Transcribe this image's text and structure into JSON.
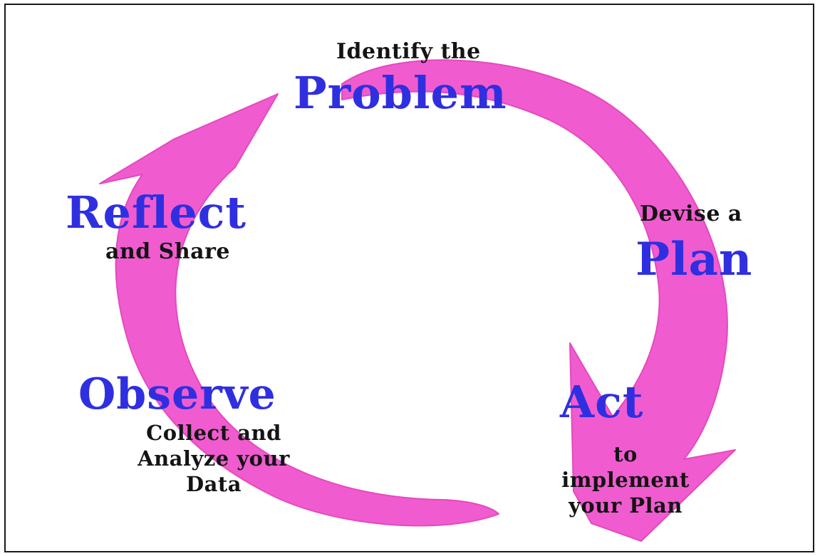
{
  "colors": {
    "arrow": "#f05ccf",
    "arrow_edge": "#e449c0",
    "heading": "#2f2fe0",
    "text": "#141414",
    "border": "#1a1a1a"
  },
  "steps": {
    "problem": {
      "pre": "Identify the",
      "heading": "Problem"
    },
    "plan": {
      "pre": "Devise a",
      "heading": "Plan"
    },
    "act": {
      "heading": "Act",
      "post_lines": [
        "to",
        "implement",
        "your Plan"
      ]
    },
    "observe": {
      "heading": "Observe",
      "post_lines": [
        "Collect and",
        "Analyze your",
        "Data"
      ]
    },
    "reflect": {
      "heading": "Reflect",
      "post": "and Share"
    }
  }
}
